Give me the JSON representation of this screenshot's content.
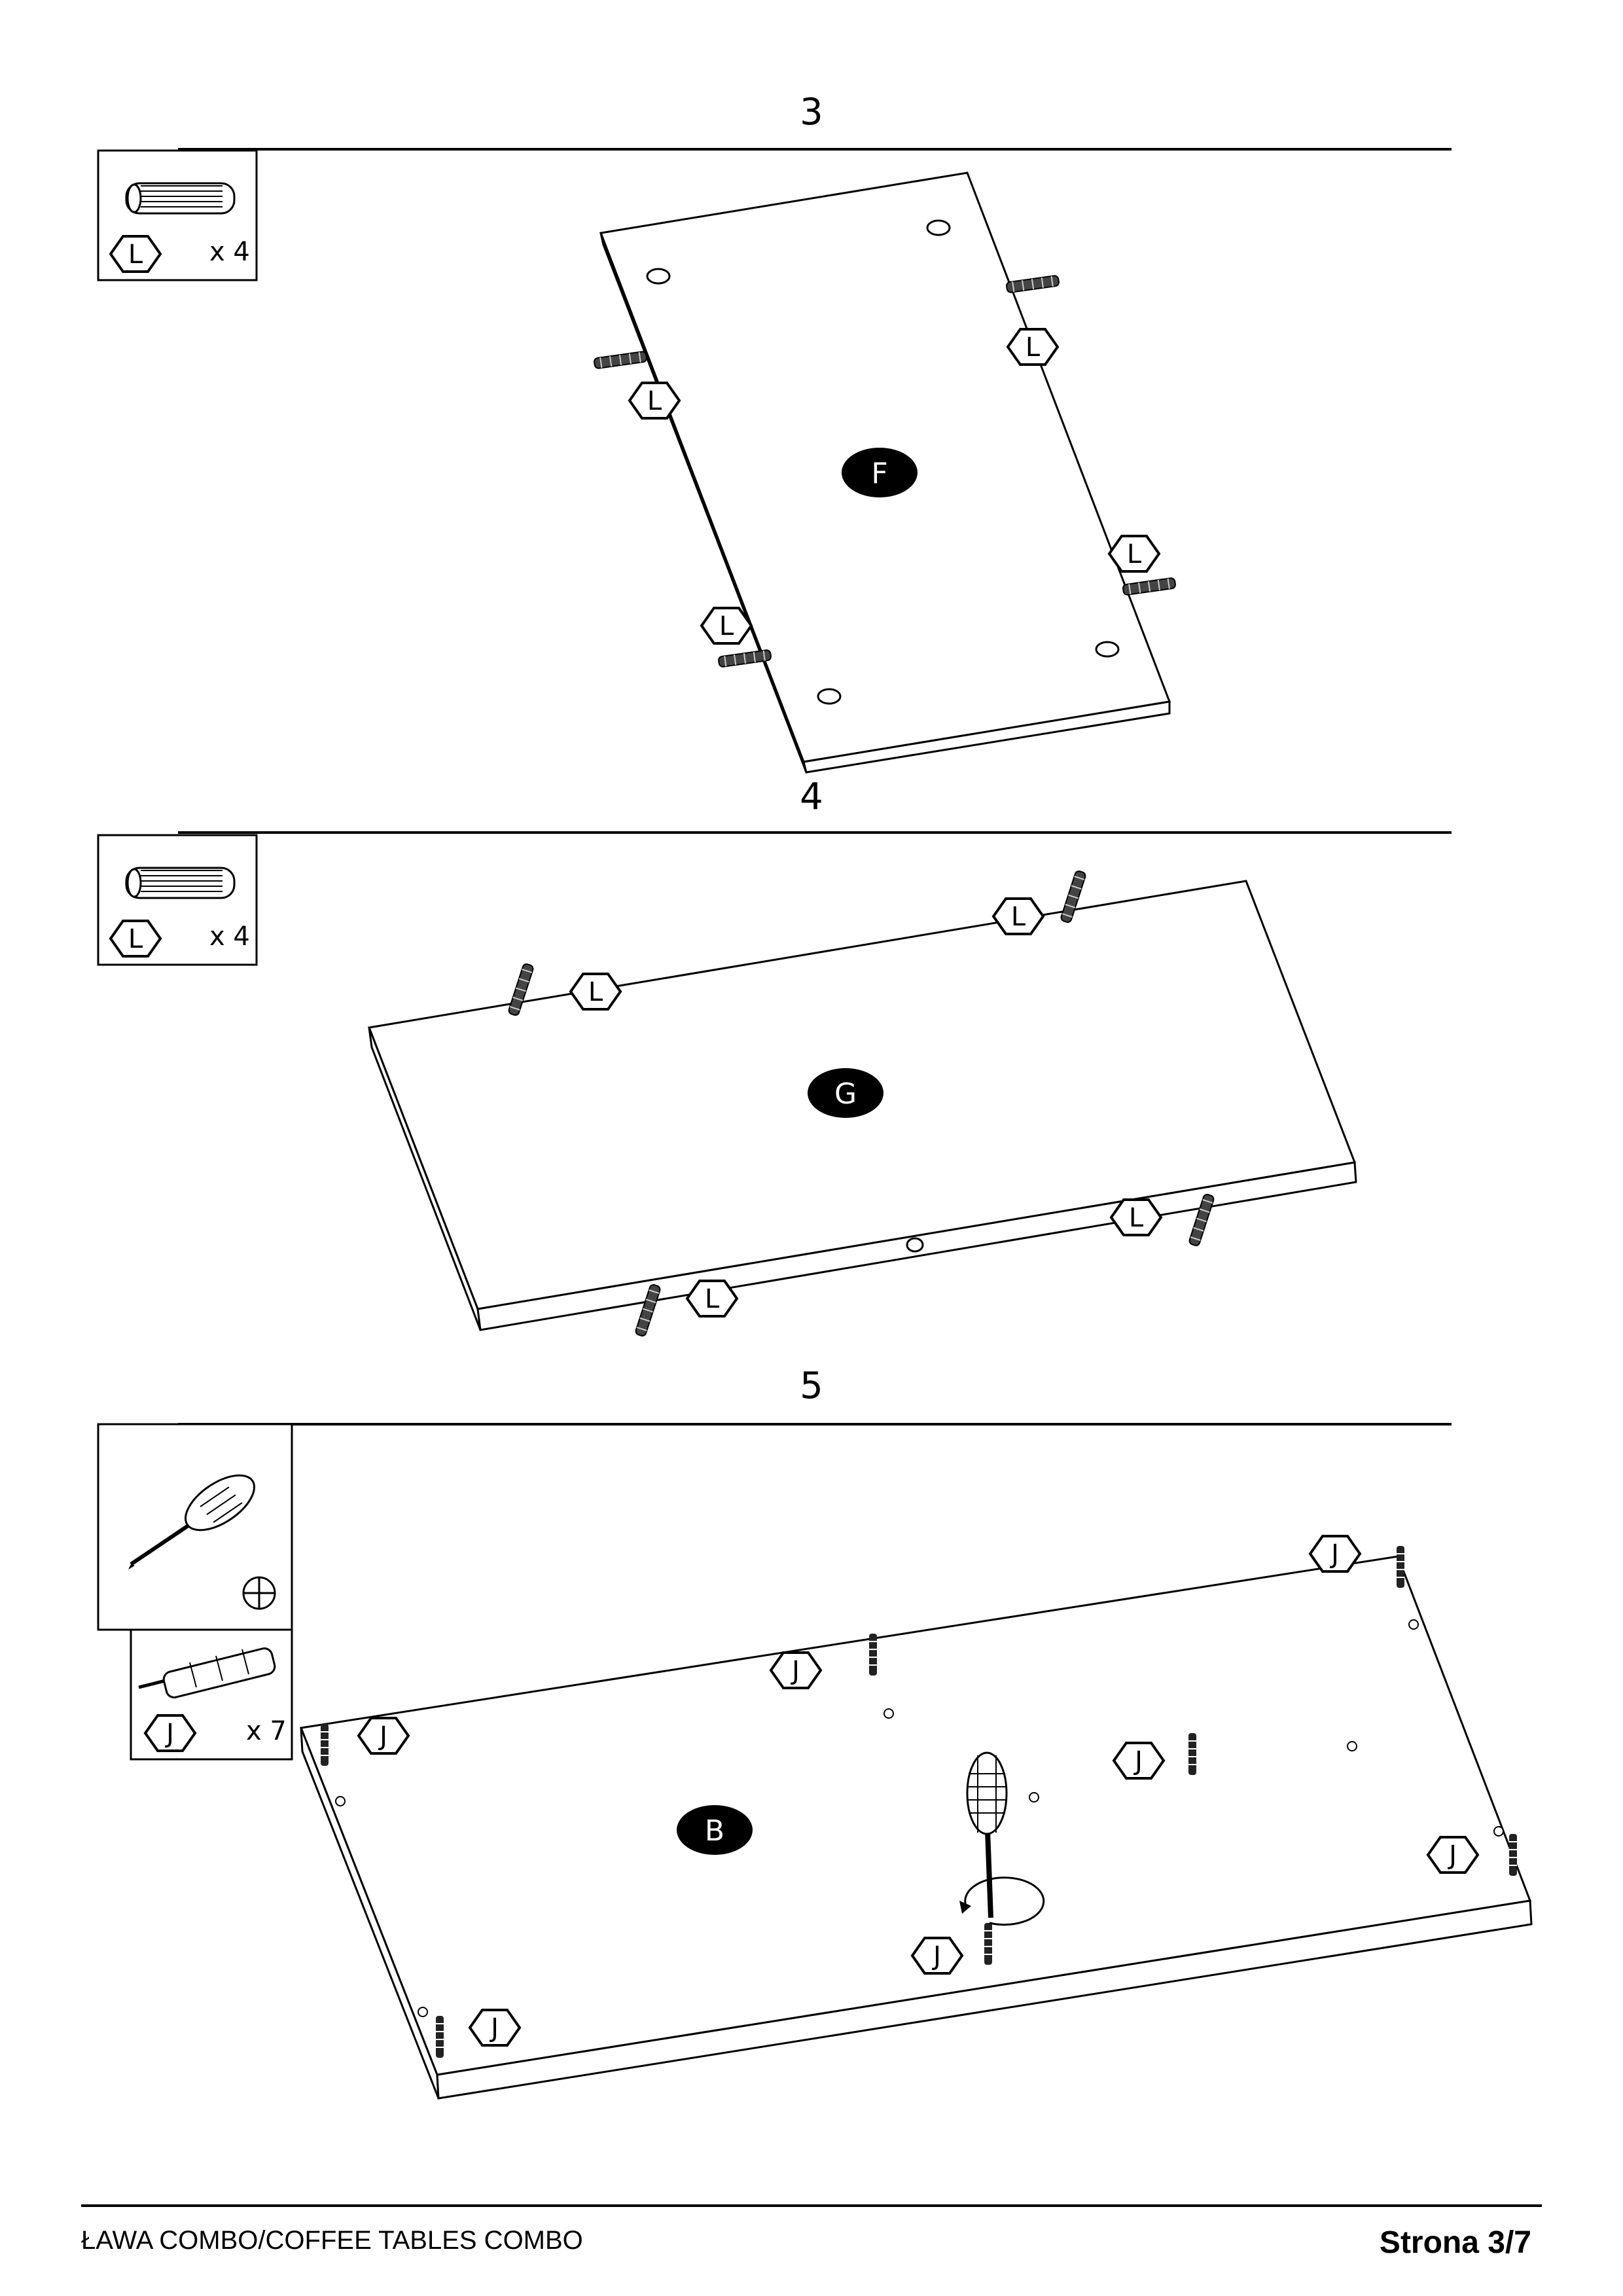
{
  "steps": [
    {
      "number": "3",
      "hardware": {
        "code": "L",
        "qty": "x 4"
      },
      "panel": "F"
    },
    {
      "number": "4",
      "hardware": {
        "code": "L",
        "qty": "x 4"
      },
      "panel": "G"
    },
    {
      "number": "5",
      "hardware": {
        "code": "J",
        "qty": "x 7"
      },
      "panel": "B",
      "tool_icon": "phillips-screwdriver-icon"
    }
  ],
  "footer": {
    "title": "ŁAWA COMBO/COFFEE TABLES COMBO",
    "page": "Strona 3/7"
  }
}
